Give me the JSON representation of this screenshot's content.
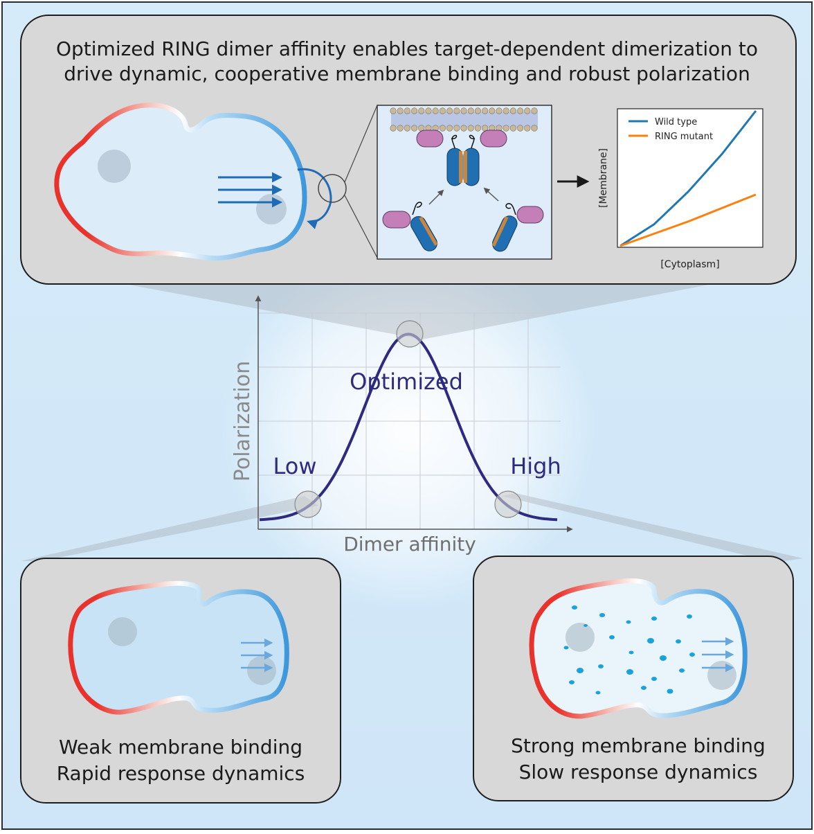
{
  "top_panel": {
    "title_line1": "Optimized RING dimer affinity enables target-dependent dimerization to",
    "title_line2": "drive dynamic, cooperative membrane binding and robust polarization"
  },
  "mini_chart": {
    "ylabel": "[Membrane]",
    "xlabel": "[Cytoplasm]",
    "legend": [
      {
        "name": "Wild type",
        "color": "#1f77b4"
      },
      {
        "name": "RING mutant",
        "color": "#ff7f0e"
      }
    ]
  },
  "main_chart": {
    "ylabel": "Polarization",
    "xlabel": "Dimer affinity",
    "labels": {
      "low": "Low",
      "optimized": "Optimized",
      "high": "High"
    },
    "curve_color": "#2e2a80"
  },
  "left_panel": {
    "line1": "Weak membrane binding",
    "line2": "Rapid response dynamics"
  },
  "right_panel": {
    "line1": "Strong membrane binding",
    "line2": "Slow response dynamics"
  },
  "chart_data": [
    {
      "type": "line",
      "xlabel": "[Cytoplasm]",
      "ylabel": "[Membrane]",
      "series": [
        {
          "name": "Wild type",
          "x": [
            0,
            0.25,
            0.5,
            0.75,
            1.0
          ],
          "y": [
            0,
            0.16,
            0.4,
            0.68,
            1.0
          ]
        },
        {
          "name": "RING mutant",
          "x": [
            0,
            0.25,
            0.5,
            0.75,
            1.0
          ],
          "y": [
            0,
            0.09,
            0.18,
            0.28,
            0.38
          ]
        }
      ]
    },
    {
      "type": "line",
      "xlabel": "Dimer affinity",
      "ylabel": "Polarization",
      "grid": true,
      "annotations": [
        "Low",
        "Optimized",
        "High"
      ],
      "series": [
        {
          "x": [
            0,
            0.1,
            0.2,
            0.3,
            0.4,
            0.5,
            0.6,
            0.7,
            0.8,
            0.9,
            1.0
          ],
          "y": [
            0.01,
            0.04,
            0.13,
            0.37,
            0.72,
            0.97,
            0.72,
            0.37,
            0.13,
            0.04,
            0.01
          ]
        }
      ]
    }
  ]
}
